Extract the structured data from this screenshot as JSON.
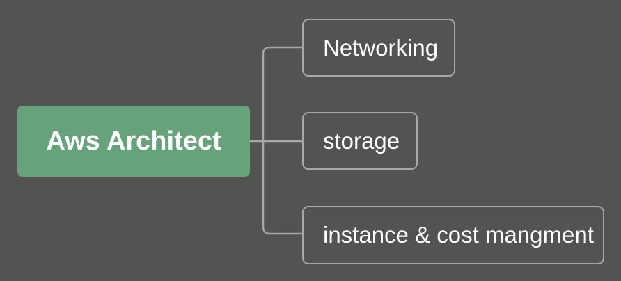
{
  "diagram": {
    "type": "mind-map",
    "root": {
      "label": "Aws Architect",
      "color": "#66a37b"
    },
    "children": [
      {
        "label": "Networking"
      },
      {
        "label": "storage"
      },
      {
        "label": "instance & cost mangment"
      }
    ],
    "colors": {
      "background": "#535451",
      "connector": "#a7a8a6",
      "child_border": "#a7a8a6",
      "text": "#ffffff"
    }
  }
}
